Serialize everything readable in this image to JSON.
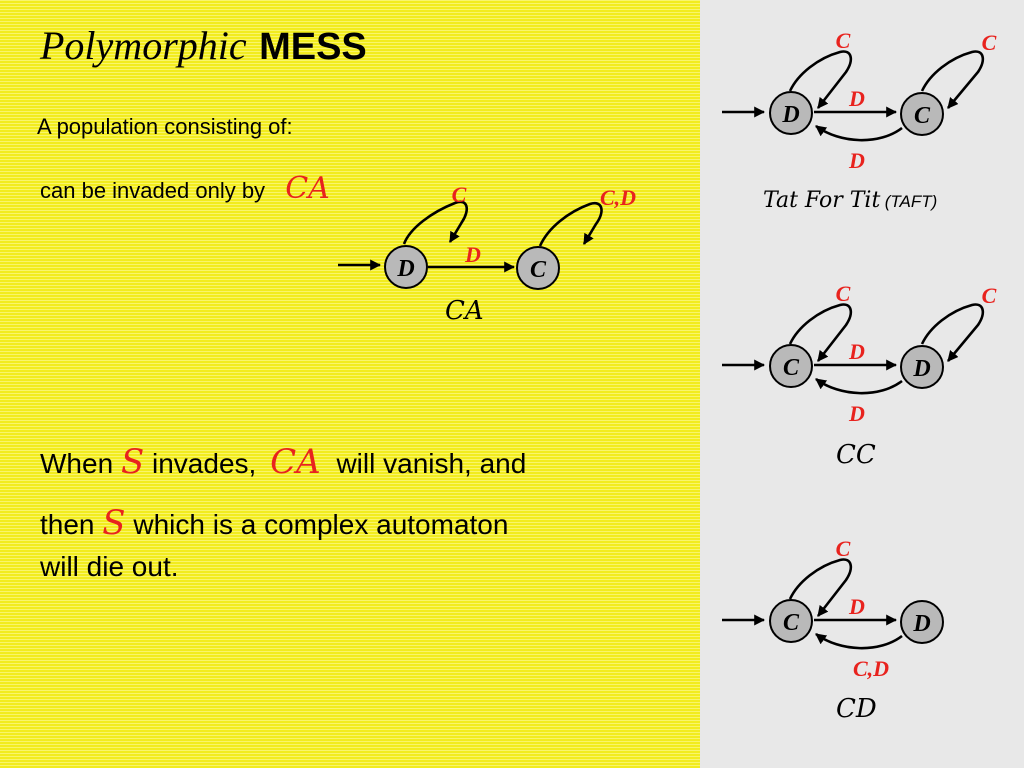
{
  "title": {
    "italic_part": "Polymorphic",
    "bold_part": "MESS"
  },
  "intro": {
    "line1": "A population consisting of:",
    "line2": "can be invaded only by",
    "invader": "CA"
  },
  "paragraph": {
    "when": "When",
    "s1": "S",
    "invades": "invades,",
    "ca": "CA",
    "vanish": "will vanish, and",
    "then": "then",
    "s2": "S",
    "complex": "which is a complex automaton",
    "die": "will die out."
  },
  "labels": {
    "c": "C",
    "d": "D",
    "cd": "C,D"
  },
  "colors": {
    "label_red": "#e8231e",
    "node_fill": "#b9b9b9",
    "panel_yellow": "#f7f23a",
    "panel_gray": "#e8e8e8"
  },
  "automata": {
    "ca": {
      "name": "CA",
      "state1": "D",
      "state2": "C",
      "self_loop_1": "C",
      "self_loop_2": "C,D",
      "transition_forward": "D"
    },
    "taft": {
      "name": "Tat For Tit",
      "abbr": "(TAFT)",
      "state1": "D",
      "state2": "C",
      "self_loop_1": "C",
      "self_loop_2": "C",
      "transition_forward": "D",
      "transition_back": "D"
    },
    "cc": {
      "name": "CC",
      "state1": "C",
      "state2": "D",
      "self_loop_1": "C",
      "self_loop_2": "C",
      "transition_forward": "D",
      "transition_back": "D"
    },
    "cd": {
      "name": "CD",
      "state1": "C",
      "state2": "D",
      "self_loop_1": "C",
      "transition_forward": "D",
      "transition_back": "C,D"
    }
  }
}
